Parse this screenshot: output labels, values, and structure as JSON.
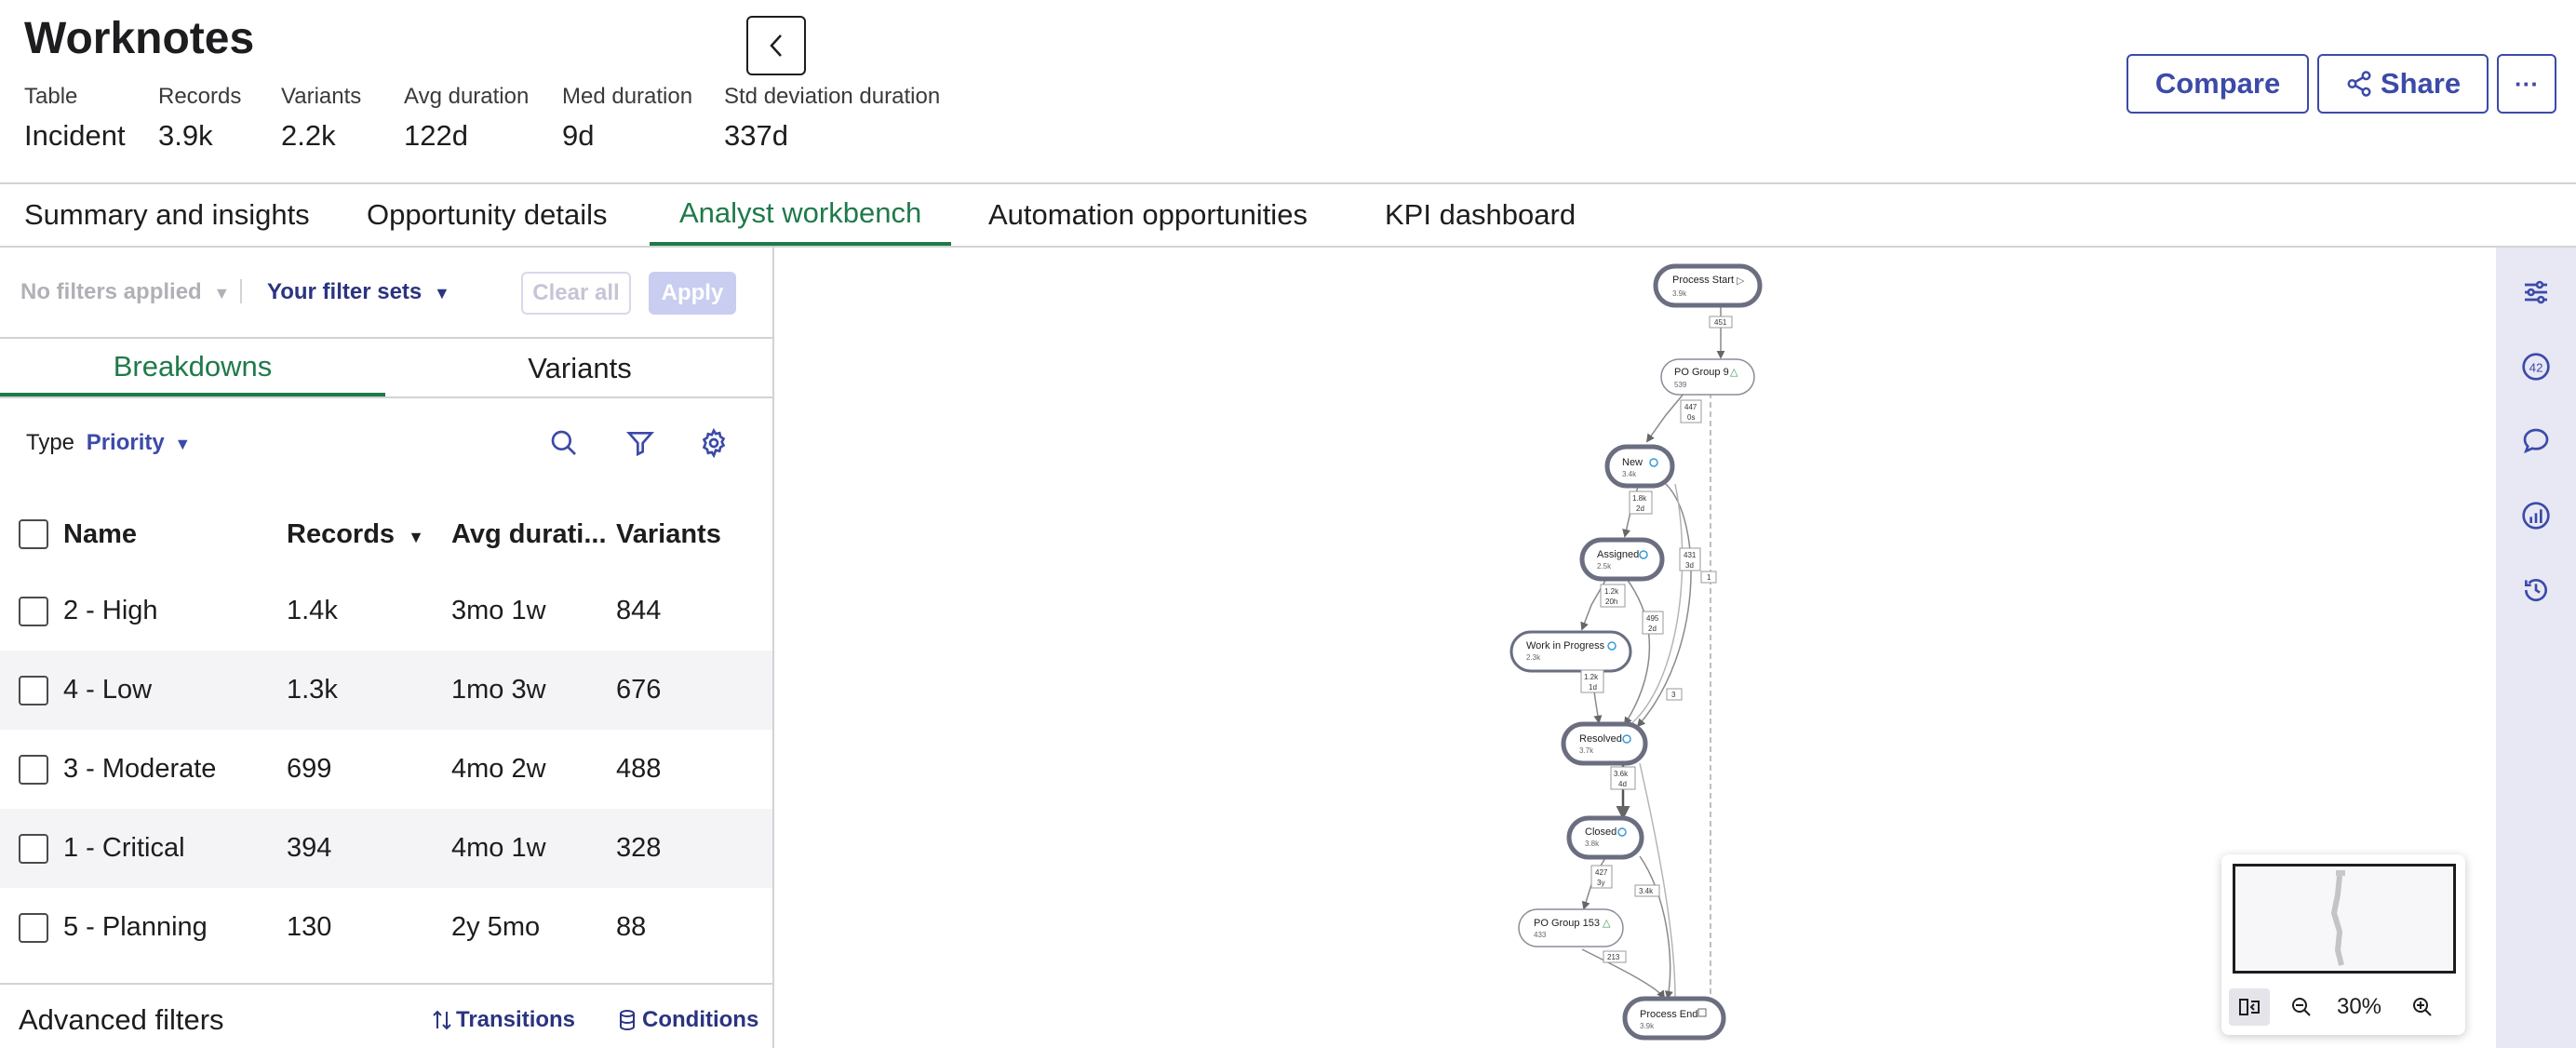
{
  "header": {
    "title": "Worknotes",
    "stats": [
      {
        "label": "Table",
        "value": "Incident"
      },
      {
        "label": "Records",
        "value": "3.9k"
      },
      {
        "label": "Variants",
        "value": "2.2k"
      },
      {
        "label": "Avg duration",
        "value": "122d"
      },
      {
        "label": "Med duration",
        "value": "9d"
      },
      {
        "label": "Std deviation duration",
        "value": "337d"
      }
    ],
    "compare_label": "Compare",
    "share_label": "Share",
    "more_label": "···"
  },
  "tabs": [
    {
      "label": "Summary and insights"
    },
    {
      "label": "Opportunity details"
    },
    {
      "label": "Analyst workbench"
    },
    {
      "label": "Automation opportunities"
    },
    {
      "label": "KPI dashboard"
    }
  ],
  "filters": {
    "no_filters": "No filters applied",
    "filter_sets": "Your filter sets",
    "clear_all": "Clear all",
    "apply": "Apply"
  },
  "subtabs": [
    {
      "label": "Breakdowns"
    },
    {
      "label": "Variants"
    }
  ],
  "type_row": {
    "label": "Type",
    "value": "Priority"
  },
  "table": {
    "headers": {
      "name": "Name",
      "records": "Records",
      "avg": "Avg durati...",
      "variants": "Variants"
    },
    "rows": [
      {
        "name": "2 - High",
        "records": "1.4k",
        "avg": "3mo 1w",
        "variants": "844"
      },
      {
        "name": "4 - Low",
        "records": "1.3k",
        "avg": "1mo 3w",
        "variants": "676"
      },
      {
        "name": "3 - Moderate",
        "records": "699",
        "avg": "4mo 2w",
        "variants": "488"
      },
      {
        "name": "1 - Critical",
        "records": "394",
        "avg": "4mo 1w",
        "variants": "328"
      },
      {
        "name": "5 - Planning",
        "records": "130",
        "avg": "2y 5mo",
        "variants": "88"
      }
    ]
  },
  "advanced": {
    "title": "Advanced filters",
    "transitions": "Transitions",
    "conditions": "Conditions"
  },
  "map": {
    "nodes": [
      {
        "id": "start",
        "label": "Process Start",
        "count": "3.9k"
      },
      {
        "id": "po9",
        "label": "PO Group 9",
        "count": "539"
      },
      {
        "id": "new",
        "label": "New",
        "count": "3.4k"
      },
      {
        "id": "assigned",
        "label": "Assigned",
        "count": "2.5k"
      },
      {
        "id": "wip",
        "label": "Work in Progress",
        "count": "2.3k"
      },
      {
        "id": "resolved",
        "label": "Resolved",
        "count": "3.7k"
      },
      {
        "id": "closed",
        "label": "Closed",
        "count": "3.8k"
      },
      {
        "id": "po153",
        "label": "PO Group 153",
        "count": "433"
      },
      {
        "id": "end",
        "label": "Process End",
        "count": "3.9k"
      }
    ],
    "edge_labels": [
      {
        "id": "e1",
        "text": [
          "451"
        ]
      },
      {
        "id": "e2",
        "text": [
          "447",
          "0s"
        ]
      },
      {
        "id": "e3",
        "text": [
          "1.8k",
          "2d"
        ]
      },
      {
        "id": "e4",
        "text": [
          "431",
          "3d"
        ]
      },
      {
        "id": "e5",
        "text": [
          "1"
        ]
      },
      {
        "id": "e6",
        "text": [
          "1.2k",
          "20h"
        ]
      },
      {
        "id": "e7",
        "text": [
          "495",
          "2d"
        ]
      },
      {
        "id": "e8",
        "text": [
          "1.2k",
          "1d"
        ]
      },
      {
        "id": "e9",
        "text": [
          "3"
        ]
      },
      {
        "id": "e10",
        "text": [
          "3.6k",
          "4d"
        ]
      },
      {
        "id": "e11",
        "text": [
          "427",
          "3y"
        ]
      },
      {
        "id": "e12",
        "text": [
          "3.4k"
        ]
      },
      {
        "id": "e13",
        "text": [
          "213"
        ]
      }
    ]
  },
  "zoom": {
    "level": "30%"
  },
  "colors": {
    "accent": "#3c4aa8",
    "active_tab": "#1f7a4a",
    "rail": "#e7e8f4"
  }
}
